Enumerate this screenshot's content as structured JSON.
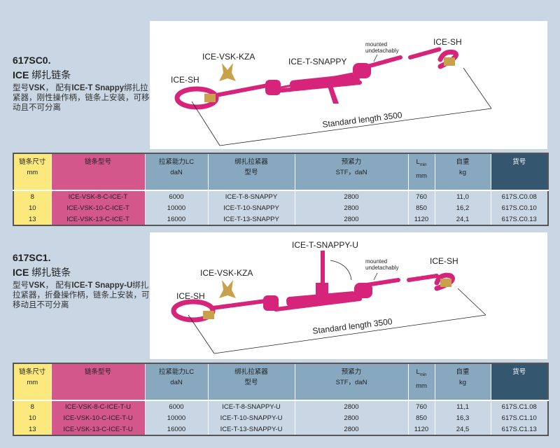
{
  "sections": [
    {
      "code": "617SC0.",
      "title_bold": "ICE",
      "title_rest": " 绑扎链条",
      "desc_prefix": "型号",
      "desc_bold1": "VSK",
      "desc_mid": "， 配有",
      "desc_bold2": "ICE-T Snappy",
      "desc_rest": "绑扎拉紧器，刚性操作柄，链条上安装，可移动且不可分离",
      "figure": {
        "hook_left": "ICE-SH",
        "marker": "ICE-VSK-KZA",
        "tensioner": "ICE-T-SNAPPY",
        "note1": "mounted",
        "note2": "undetachably",
        "hook_right": "ICE-SH",
        "length": "Standard length 3500"
      },
      "rows": [
        [
          "8",
          "ICE-VSK-8-C-ICE-T",
          "6000",
          "ICE-T-8-SNAPPY",
          "2800",
          "760",
          "11,0",
          "617S.C0.08"
        ],
        [
          "10",
          "ICE-VSK-10-C-ICE-T",
          "10000",
          "ICE-T-10-SNAPPY",
          "2800",
          "850",
          "16,2",
          "617S.C0.10"
        ],
        [
          "13",
          "ICE-VSK-13-C-ICE-T",
          "16000",
          "ICE-T-13-SNAPPY",
          "2800",
          "1120",
          "24,1",
          "617S.C0.13"
        ]
      ]
    },
    {
      "code": "617SC1.",
      "title_bold": "ICE",
      "title_rest": " 绑扎链条",
      "desc_prefix": "型号",
      "desc_bold1": "VSK",
      "desc_mid": "， 配有",
      "desc_bold2": "ICE-T Snappy-U",
      "desc_rest": "绑扎拉紧器，折叠操作柄，链条上安装，可移动且不可分离",
      "figure": {
        "hook_left": "ICE-SH",
        "marker": "ICE-VSK-KZA",
        "tensioner": "ICE-T-SNAPPY-U",
        "note1": "mounted",
        "note2": "undetachably",
        "hook_right": "ICE-SH",
        "length": "Standard length 3500"
      },
      "rows": [
        [
          "8",
          "ICE-VSK-8-C-ICE-T-U",
          "6000",
          "ICE-T-8-SNAPPY-U",
          "2800",
          "760",
          "11,1",
          "617S.C1.08"
        ],
        [
          "10",
          "ICE-VSK-10-C-ICE-T-U",
          "10000",
          "ICE-T-10-SNAPPY-U",
          "2800",
          "850",
          "16,3",
          "617S.C1.10"
        ],
        [
          "13",
          "ICE-VSK-13-C-ICE-T-U",
          "16000",
          "ICE-T-13-SNAPPY-U",
          "2800",
          "1120",
          "24,5",
          "617S.C1.13"
        ]
      ]
    }
  ],
  "table_header": [
    [
      "链条尺寸",
      "mm"
    ],
    [
      "链条型号",
      ""
    ],
    [
      "拉紧能力LC",
      "daN"
    ],
    [
      "绑扎拉紧器",
      "型号"
    ],
    [
      "预紧力",
      "STF，daN"
    ],
    [
      "L",
      "mm"
    ],
    [
      "自重",
      "kg"
    ],
    [
      "货号",
      ""
    ]
  ],
  "lmin_sub": "min",
  "colors": {
    "chain": "#d6247a",
    "hook_latch": "#c9a14a",
    "bg": "#c9d6e3",
    "col_size": "#fbe97e",
    "col_model": "#d4578c",
    "col_header": "#88a8c0",
    "col_article": "#34566f"
  }
}
